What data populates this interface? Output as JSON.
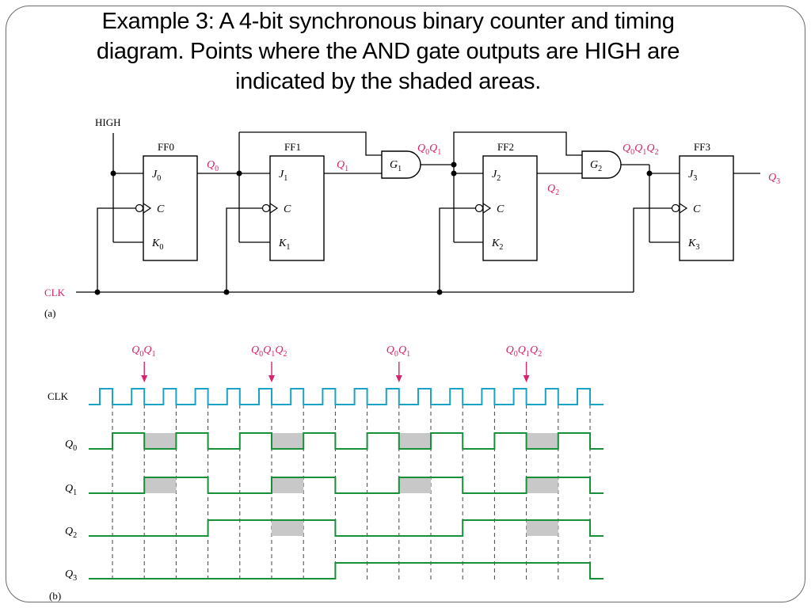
{
  "slide": {
    "title": "Example  3: A 4-bit synchronous binary counter and timing diagram. Points where the AND gate outputs are HIGH are indicated by the shaded areas."
  },
  "circuit": {
    "high_label": "HIGH",
    "clk_label": "CLK",
    "part_label": "(a)",
    "flipflops": [
      {
        "name": "FF0",
        "j": "J",
        "j_sub": "0",
        "c": "C",
        "k": "K",
        "k_sub": "0"
      },
      {
        "name": "FF1",
        "j": "J",
        "j_sub": "1",
        "c": "C",
        "k": "K",
        "k_sub": "1"
      },
      {
        "name": "FF2",
        "j": "J",
        "j_sub": "2",
        "c": "C",
        "k": "K",
        "k_sub": "2"
      },
      {
        "name": "FF3",
        "j": "J",
        "j_sub": "3",
        "c": "C",
        "k": "K",
        "k_sub": "3"
      }
    ],
    "gates": [
      {
        "name": "G",
        "sub": "1"
      },
      {
        "name": "G",
        "sub": "2"
      }
    ],
    "outputs": [
      "Q",
      "0",
      "1",
      "2",
      "3"
    ],
    "colors": {
      "signal_label": "#d6246e",
      "wire": "#000000"
    }
  },
  "timing": {
    "part_label": "(b)",
    "clk_label": "CLK",
    "signal_labels": [
      {
        "name": "Q",
        "sub": "0"
      },
      {
        "name": "Q",
        "sub": "1"
      },
      {
        "name": "Q",
        "sub": "2"
      },
      {
        "name": "Q",
        "sub": "3"
      }
    ],
    "markers": [
      {
        "at_clock_pulse": 3,
        "terms": [
          "0",
          "1"
        ]
      },
      {
        "at_clock_pulse": 7,
        "terms": [
          "0",
          "1",
          "2"
        ]
      },
      {
        "at_clock_pulse": 11,
        "terms": [
          "0",
          "1"
        ]
      },
      {
        "at_clock_pulse": 15,
        "terms": [
          "0",
          "1",
          "2"
        ]
      }
    ],
    "clock_pulses": 16,
    "colors": {
      "clk": "#1aa3c4",
      "q": "#1a8f3a",
      "shade": "#c8c8c8",
      "marker": "#d6246e"
    }
  }
}
